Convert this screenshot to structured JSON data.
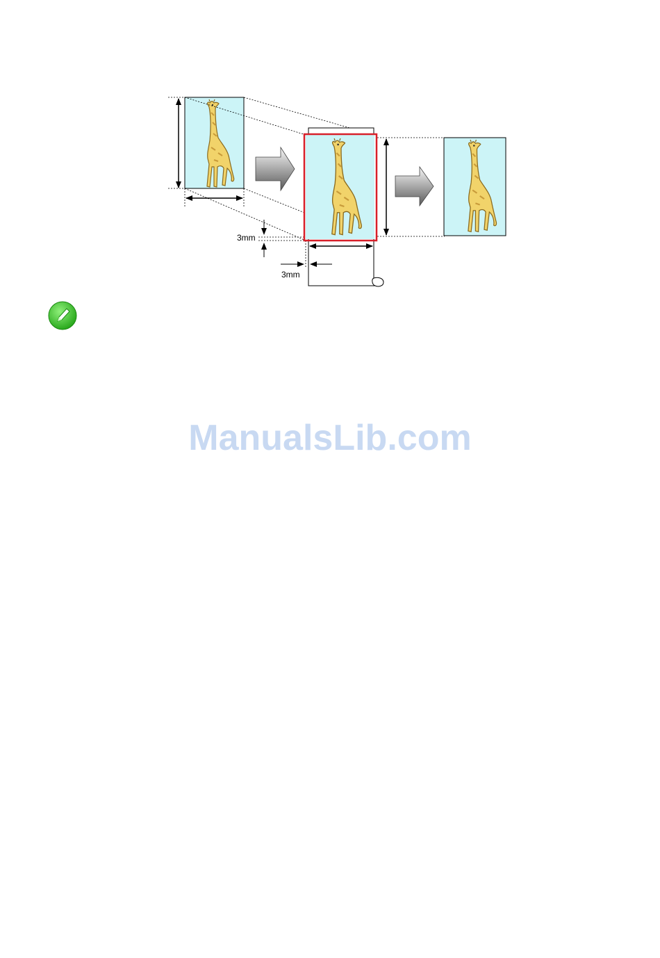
{
  "diagram": {
    "margin_top_label": "3mm",
    "margin_left_label": "3mm",
    "colors": {
      "image_bg": "#ccf4f7",
      "print_frame": "#d8202a",
      "giraffe_body": "#f1d36a",
      "giraffe_outline": "#8a6a1e",
      "arrow_light": "#f5f5f5",
      "arrow_dark": "#555555"
    }
  },
  "note": {
    "icon": "note-pencil-icon",
    "icon_color": "#3bbf2a"
  },
  "watermark": {
    "text": "ManualsLib.com"
  }
}
